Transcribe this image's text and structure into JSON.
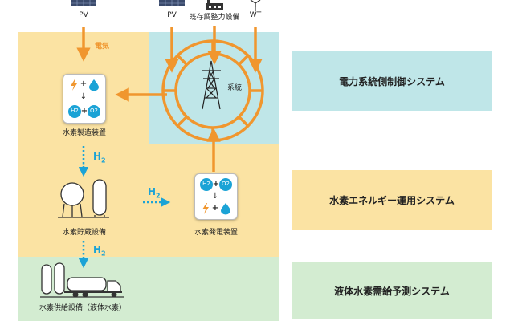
{
  "sources": {
    "pv1": "PV",
    "pv2": "PV",
    "existing": "既存調整力設備",
    "wt": "WT"
  },
  "grid": {
    "electricity_label": "電気",
    "tower_label": "系統"
  },
  "equipment": {
    "electrolyzer": "水素製造装置",
    "storage": "水素貯蔵設備",
    "fuelcell": "水素発電装置",
    "supply": "水素供給設備（液体水素）"
  },
  "flow": {
    "h2_1": "H",
    "h2_2": "H",
    "h2_3": "H",
    "h2_sub": "2"
  },
  "icons": {
    "h2_badge": "H",
    "o2_badge": "O"
  },
  "systems": {
    "grid_control": "電力系統側制御システム",
    "energy_ops": "水素エネルギー運用システム",
    "forecast": "液体水素需給予測システム"
  },
  "colors": {
    "yellow_region": "#fbe3a3",
    "teal_region": "#bfe6e8",
    "green_region": "#d3ecd1",
    "arrow_orange": "#f0962e",
    "h2_blue": "#1ba3d6"
  }
}
